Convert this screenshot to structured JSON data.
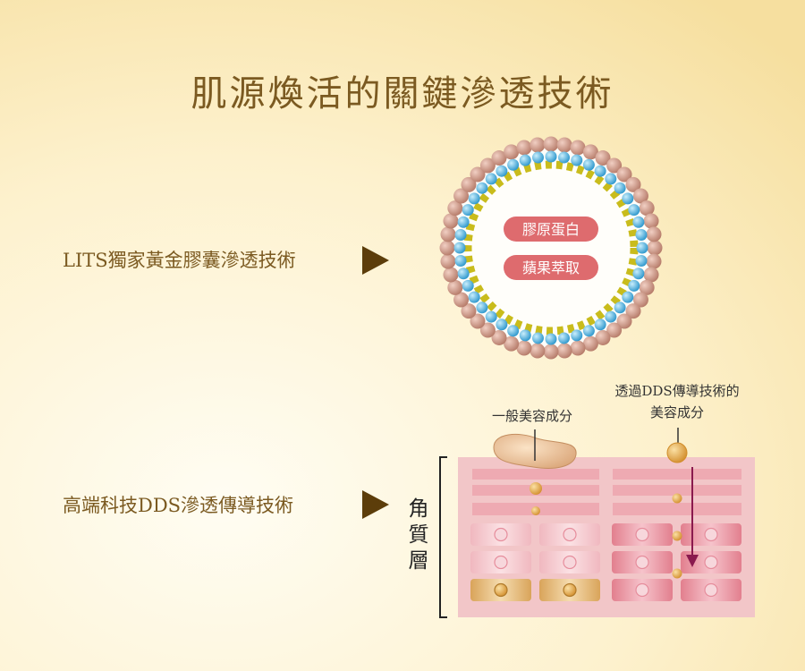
{
  "title": "肌源煥活的關鍵滲透技術",
  "row1": {
    "label": "LITS獨家黃金膠囊滲透技術",
    "capsule_ingredients": [
      "膠原蛋白",
      "蘋果萃取"
    ]
  },
  "row2": {
    "label": "高端科技DDS滲透傳導技術",
    "callout_general": "一般美容成分",
    "callout_dds_line1": "透過DDS傳導技術的",
    "callout_dds_line2": "美容成分",
    "layer_label": "角質層"
  },
  "colors": {
    "title_text": "#7b5a21",
    "arrow": "#5c3d0a",
    "outer_beads": "#c48a78",
    "inner_beads": "#4ab4e2",
    "membrane_dash": "#c9bc1c",
    "ingredient_pill": "#de6b6e",
    "skin_block": "#f2c6c8",
    "dds_arrow": "#8a1a4e",
    "gold_particle": "#e4a84a"
  }
}
